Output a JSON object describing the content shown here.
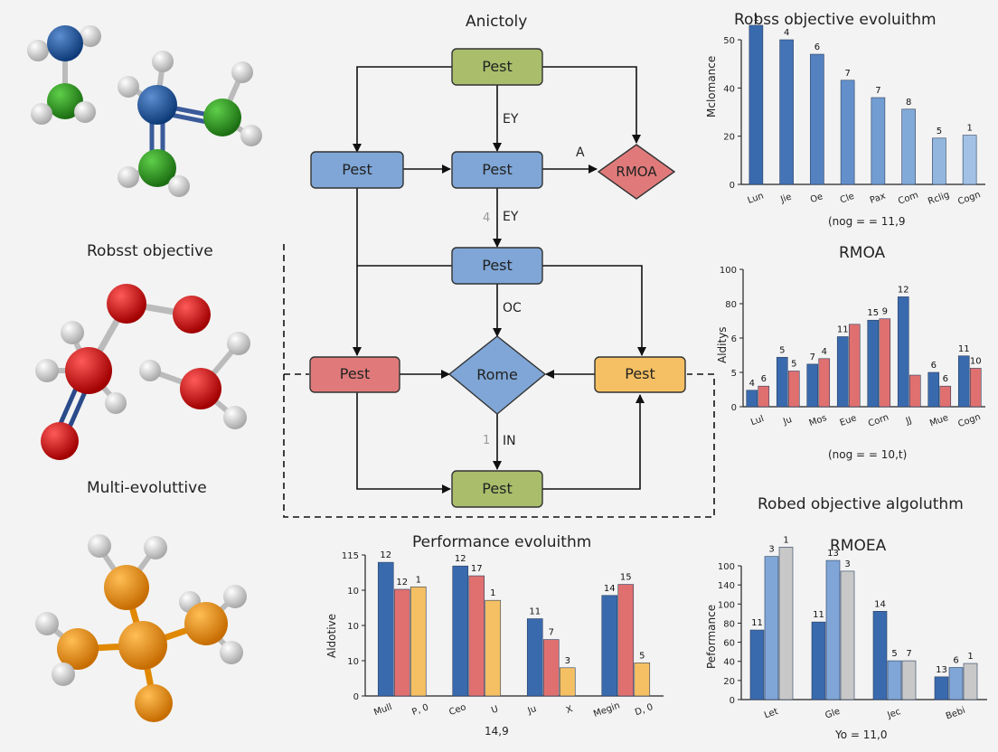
{
  "diagram": {
    "title": "Anictoly",
    "left_labels": [
      "Robsst objective",
      "Multi-evoluttive"
    ],
    "nodes": {
      "top": "Pest",
      "left_mid": "Pest",
      "center_mid": "Pest",
      "diamond_right": "RMOA",
      "center_lower": "Pest",
      "left_low": "Pest",
      "center_diamond": "Rome",
      "right_low": "Pest",
      "bottom": "Pest"
    },
    "edge_labels": {
      "ey_top": "EY",
      "a": "A",
      "four": "4",
      "ey_mid": "EY",
      "oc": "OC",
      "one": "1",
      "in": "IN"
    },
    "colors": {
      "green": "#a9bd6b",
      "blue": "#7fa6d6",
      "red": "#e07a7a",
      "orange": "#f5c063"
    }
  },
  "chart_data": [
    {
      "type": "bar",
      "title": "Robss objective evoluithm",
      "ylabel": "Mclomance",
      "xlabel": "(nog = = 11,9",
      "ylim": [
        0,
        50
      ],
      "yticks": [
        0,
        20,
        40,
        50
      ],
      "categories": [
        "Lun",
        "Jie",
        "Oe",
        "Cle",
        "Pax",
        "Com",
        "Rclig",
        "Cogn"
      ],
      "series": [
        {
          "values": [
            55,
            50,
            45,
            36,
            30,
            26,
            16,
            17
          ],
          "data_labels": [
            "1",
            "4",
            "6",
            "7",
            "7",
            "8",
            "5",
            "1"
          ]
        }
      ]
    },
    {
      "type": "bar",
      "title": "RMOA",
      "ylabel": "Alditys",
      "xlabel": "(nog = = 10,t)",
      "ylim": [
        0,
        100
      ],
      "yticks": [
        0,
        5,
        6,
        80,
        100
      ],
      "categories": [
        "Lul",
        "Ju",
        "Mos",
        "Eue",
        "Corn",
        "JJ",
        "Mue",
        "Cogn"
      ],
      "series": [
        {
          "values": [
            12,
            36,
            31,
            51,
            63,
            80,
            25,
            37
          ],
          "data_labels": [
            "4",
            "5",
            "7",
            "11",
            "15",
            "12",
            "6",
            "11"
          ]
        },
        {
          "values": [
            15,
            26,
            35,
            60,
            64,
            23,
            15,
            28
          ],
          "data_labels": [
            "6",
            "5",
            "4",
            "",
            "9",
            "",
            "6",
            "10"
          ]
        }
      ]
    },
    {
      "type": "bar",
      "title": "Performance evoluithm",
      "ylabel": "Aldotive",
      "xlabel": "14,9",
      "ylim": [
        0,
        115
      ],
      "yticks": [
        0,
        10,
        10,
        10,
        115
      ],
      "categories": [
        "Mull",
        "P, 0",
        "Ceo",
        "U",
        "Ju",
        "X",
        "Megin",
        "D, 0"
      ],
      "series": [
        {
          "values": [
            109,
            106,
            63,
            82
          ],
          "data_labels": [
            "12",
            "12",
            "11",
            "14"
          ]
        },
        {
          "values": [
            87,
            98,
            46,
            91
          ],
          "data_labels": [
            "12",
            "17",
            "7",
            "15"
          ]
        },
        {
          "values": [
            89,
            78,
            23,
            27
          ],
          "data_labels": [
            "1",
            "1",
            "3",
            "5"
          ]
        }
      ]
    },
    {
      "type": "bar",
      "title": "Robed objective algoluthm",
      "subtitle": "RMOEA",
      "ylabel": "Peformance",
      "xlabel": "Yo = 11,0",
      "ylim": [
        0,
        100
      ],
      "yticks": [
        0,
        20,
        40,
        60,
        80,
        100,
        140,
        100
      ],
      "categories": [
        "Let",
        "Gle",
        "Jec",
        "Bebi"
      ],
      "series": [
        {
          "values": [
            52,
            58,
            66,
            17
          ],
          "data_labels": [
            "11",
            "11",
            "14",
            "13"
          ]
        },
        {
          "values": [
            107,
            104,
            29,
            24
          ],
          "data_labels": [
            "3",
            "13",
            "5",
            "6"
          ]
        },
        {
          "values": [
            114,
            96,
            29,
            27
          ],
          "data_labels": [
            "1",
            "3",
            "7",
            "1"
          ]
        }
      ]
    }
  ]
}
